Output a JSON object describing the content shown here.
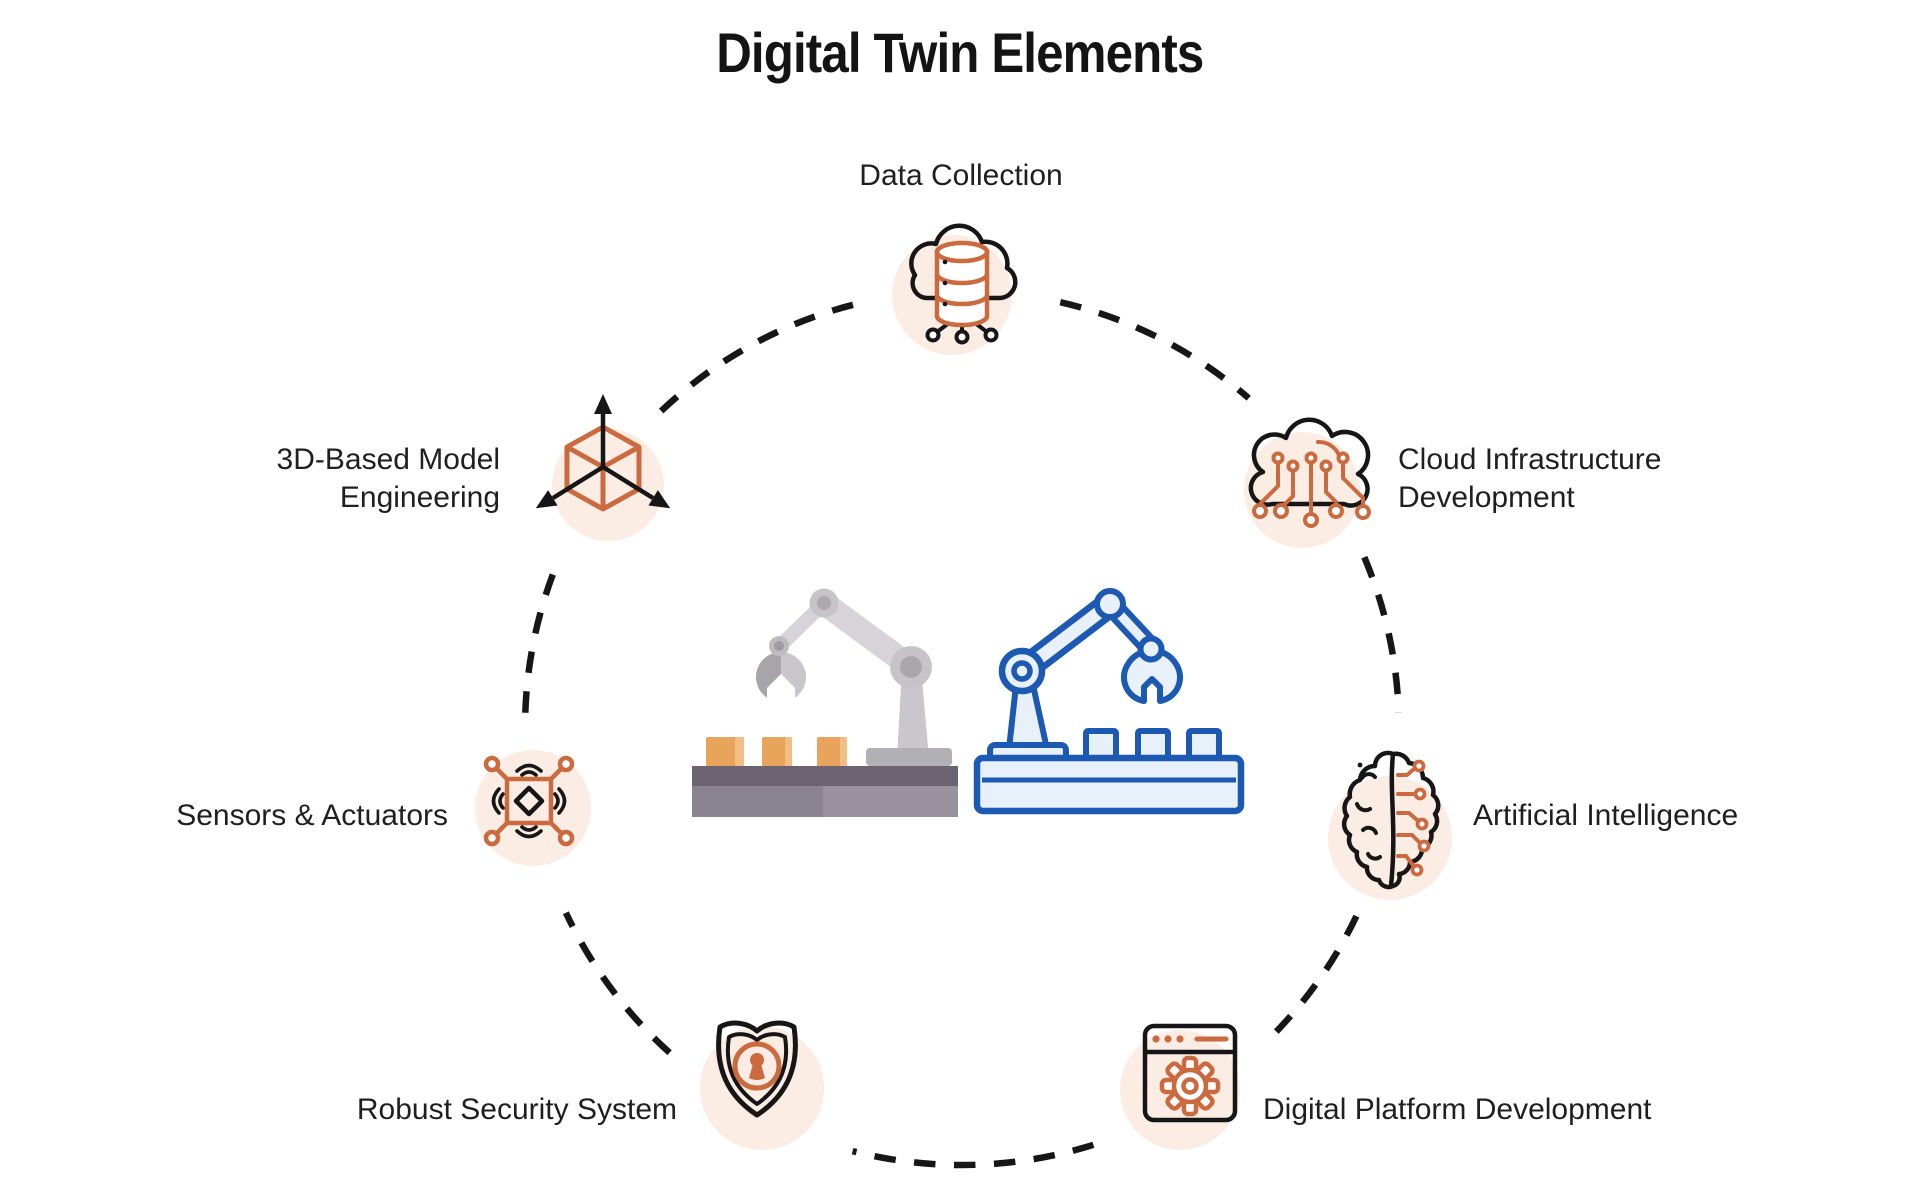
{
  "title": "Digital Twin Elements",
  "theme": {
    "accent_orange": "#CB6A3E",
    "peach_halo": "#FBECE4",
    "ink": "#161616",
    "twin_blue": "#1C59B3",
    "twin_blue_fill": "#E8F0FA"
  },
  "nodes": [
    {
      "label": "Data Collection",
      "icon": "cloud-database-icon",
      "position": "top"
    },
    {
      "label": "Cloud Infrastructure Development",
      "icon": "cloud-circuit-icon",
      "position": "top-right"
    },
    {
      "label": "Artificial Intelligence",
      "icon": "brain-circuit-icon",
      "position": "right"
    },
    {
      "label": "Digital Platform Development",
      "icon": "browser-gear-icon",
      "position": "bottom-right"
    },
    {
      "label": "Robust Security System",
      "icon": "shield-lock-icon",
      "position": "bottom-left"
    },
    {
      "label": "Sensors & Actuators",
      "icon": "sensor-node-icon",
      "position": "left"
    },
    {
      "label": "3D-Based Model Engineering",
      "icon": "cube-axes-icon",
      "position": "top-left"
    }
  ],
  "center_illustration": {
    "left": "physical-robot-arm",
    "right": "digital-twin-robot-arm"
  }
}
